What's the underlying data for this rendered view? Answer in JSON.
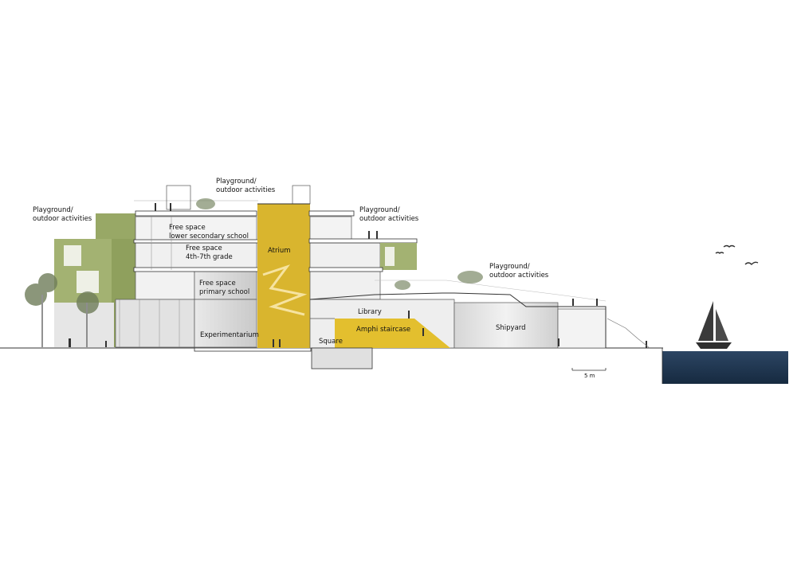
{
  "labels": {
    "playground_left": [
      "Playground/",
      "outdoor activities"
    ],
    "playground_top": [
      "Playground/",
      "outdoor activities"
    ],
    "playground_right": [
      "Playground/",
      "outdoor activities"
    ],
    "playground_far_right": [
      "Playground/",
      "outdoor activities"
    ],
    "free_space_lower_secondary": [
      "Free space",
      "lower secondary school"
    ],
    "free_space_4th_7th": [
      "Free space",
      "4th-7th grade"
    ],
    "free_space_primary": [
      "Free space",
      "primary school"
    ],
    "experimentarium": "Experimentarium",
    "atrium": "Atrium",
    "square": "Square",
    "library": "Library",
    "amphi_staircase": "Amphi staircase",
    "shipyard": "Shipyard"
  },
  "scale_bar": {
    "label": "5 m"
  },
  "colors": {
    "atrium_yellow": "#d9b52e",
    "amphi_yellow": "#e3bf2e",
    "facade_green": "#9aab6a",
    "interior_grey": "#dcdcdc",
    "ground_line": "#333333",
    "sea_blue": "#1f3550"
  },
  "icons": [
    "sailboat-icon",
    "seagull-icon",
    "tree-icon",
    "person-silhouette-icon"
  ]
}
